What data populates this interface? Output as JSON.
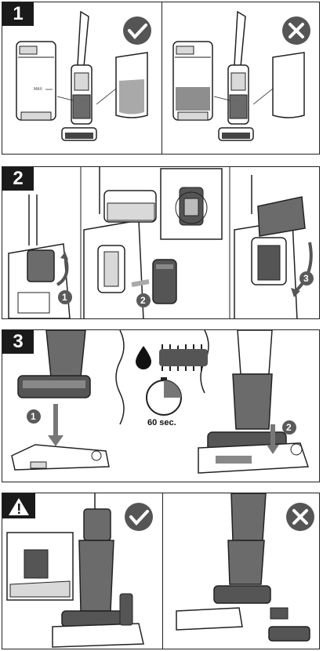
{
  "steps": {
    "s1": "1",
    "s2": "2",
    "s3": "3"
  },
  "tank_label": "MAX",
  "callouts": {
    "c1": "1",
    "c2": "2",
    "c3": "3"
  },
  "timer_label": "60 sec.",
  "icons": {
    "ok": "check-circle-icon",
    "bad": "x-circle-icon",
    "warn": "warning-triangle-icon"
  },
  "colors": {
    "ink": "#1a1a1a",
    "device_gray": "#6b6b6b",
    "light_gray": "#d9d9d9",
    "panel_border": "#222222",
    "callout": "#5a5a5a"
  }
}
